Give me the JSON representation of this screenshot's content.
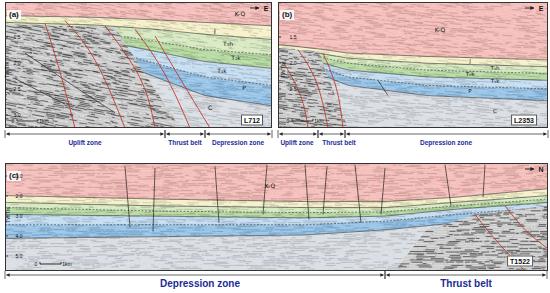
{
  "diagram": {
    "nodes": [
      {
        "text": [
          "(a)"
        ]
      },
      {
        "text": [
          "(b)"
        ]
      },
      {
        "text": [
          "(c)"
        ]
      }
    ],
    "labels": [
      "E",
      "TWT/s",
      "1.5",
      "2.0",
      "2.5",
      "3.0",
      "K-Q",
      "J",
      "T₃h",
      "T₂k",
      "T₁k",
      "P",
      "C",
      "0",
      "1km",
      "L712",
      "Uplift zone",
      "Thrust belt",
      "Depression zone",
      "E",
      "TWT/s",
      "1.5",
      "2.0",
      "2.5",
      "K-Q",
      "J",
      "T₃h",
      "T₂k",
      "T₁k",
      "P",
      "C",
      "0",
      "1km",
      "L2353",
      "Uplift zone",
      "Thrust belt",
      "Depression zone",
      "N",
      "TWT/s",
      "1.0",
      "2.0",
      "3.0",
      "4.0",
      "5.0",
      "K-Q",
      "0",
      "1km",
      "T1522",
      "Depression zone",
      "Thrust belt"
    ]
  }
}
